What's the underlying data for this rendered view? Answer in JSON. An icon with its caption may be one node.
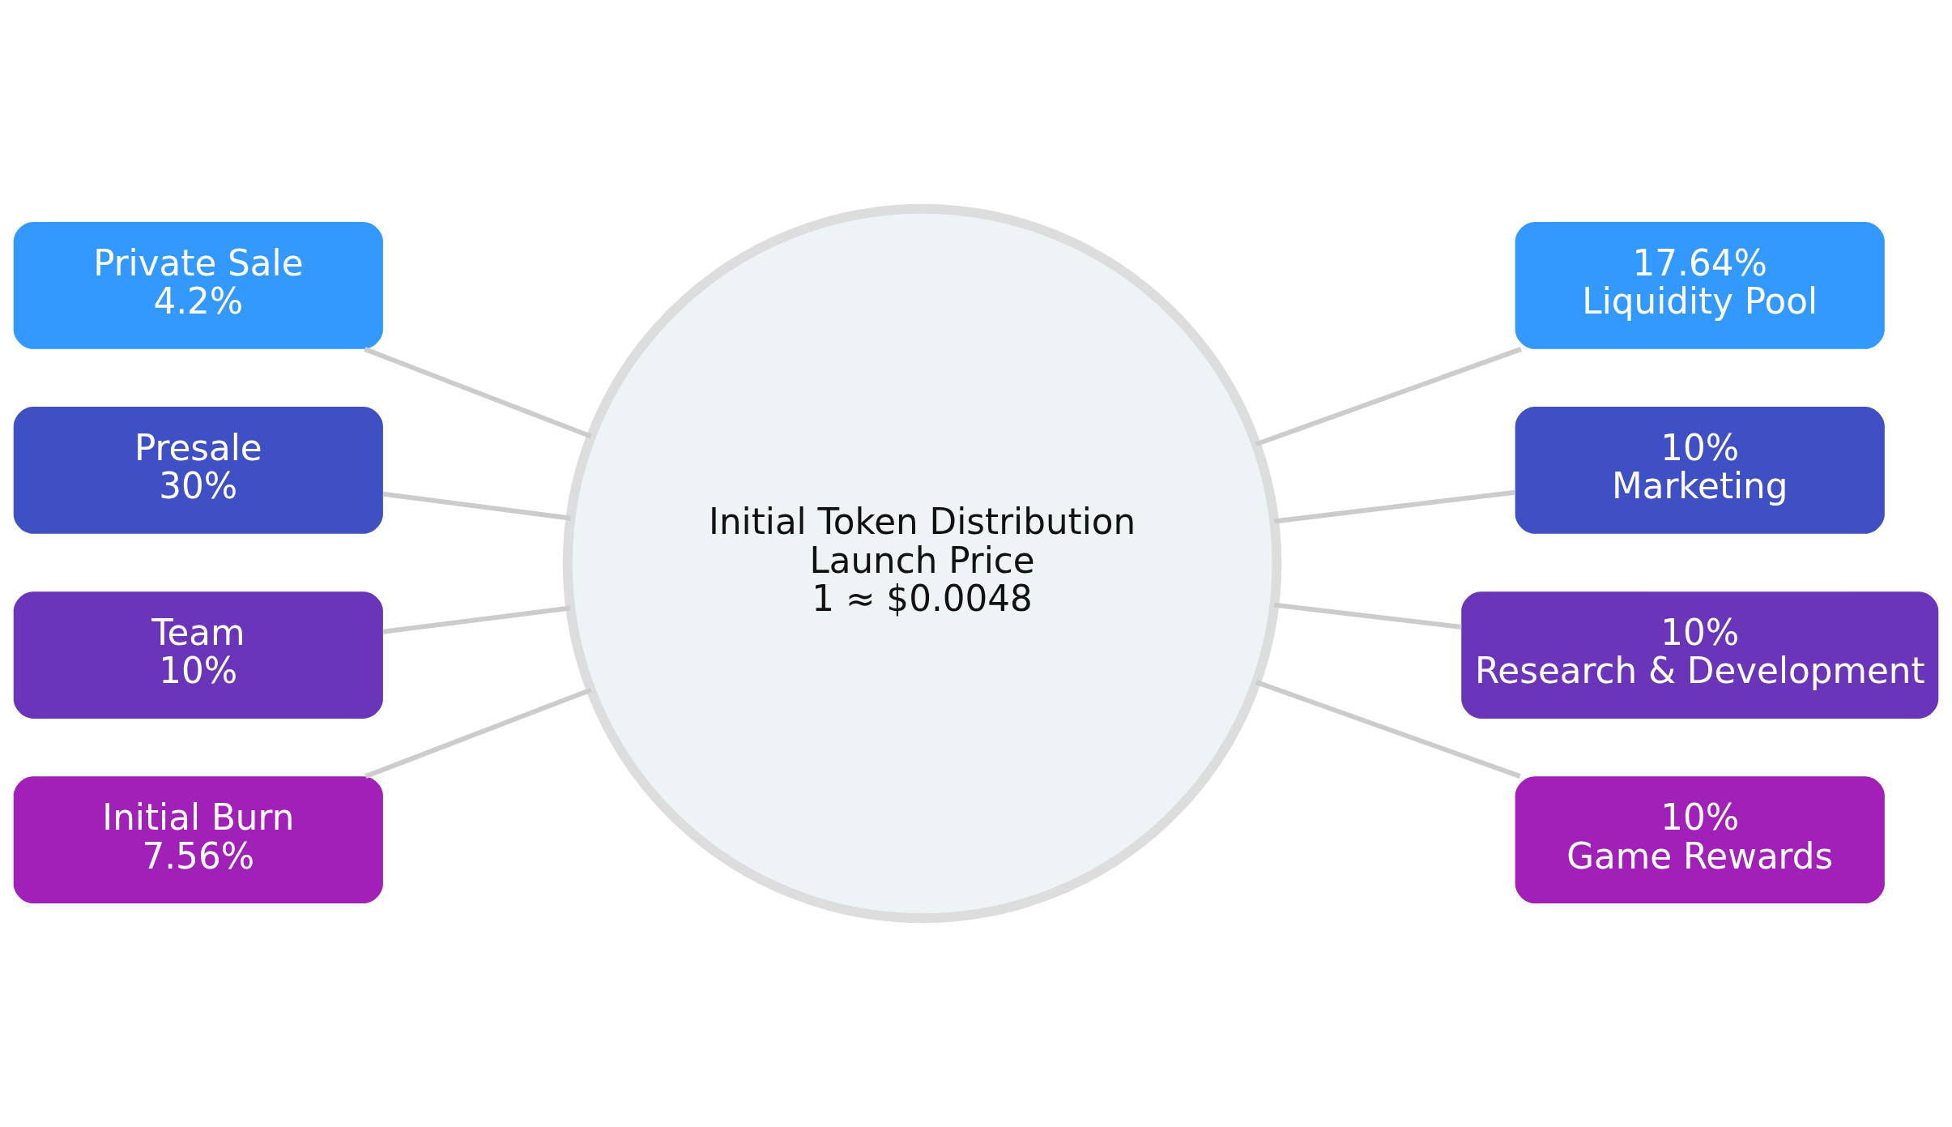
{
  "diagram": {
    "nodes": [
      {
        "text": [
          "Initial Token Distribution",
          "Launch Price",
          "1 ≈ $0.0048"
        ]
      },
      {
        "text": [
          "Private Sale",
          "4.2%"
        ]
      },
      {
        "text": [
          "Presale",
          "30%"
        ]
      },
      {
        "text": [
          "Team",
          "10%"
        ]
      },
      {
        "text": [
          "Initial Burn",
          "7.56%"
        ]
      },
      {
        "text": [
          "17.64%",
          "Liquidity Pool"
        ]
      },
      {
        "text": [
          "10%",
          "Marketing"
        ]
      },
      {
        "text": [
          "10%",
          "Research & Development"
        ]
      },
      {
        "text": [
          "10%",
          "Game Rewards"
        ]
      }
    ],
    "edges": [
      {
        "from": 1,
        "to": 0,
        "arrow": "none"
      },
      {
        "from": 2,
        "to": 0,
        "arrow": "none"
      },
      {
        "from": 3,
        "to": 0,
        "arrow": "none"
      },
      {
        "from": 4,
        "to": 0,
        "arrow": "none"
      },
      {
        "from": 0,
        "to": 5,
        "arrow": "none"
      },
      {
        "from": 0,
        "to": 6,
        "arrow": "none"
      },
      {
        "from": 0,
        "to": 7,
        "arrow": "none"
      },
      {
        "from": 0,
        "to": 8,
        "arrow": "none"
      }
    ]
  }
}
